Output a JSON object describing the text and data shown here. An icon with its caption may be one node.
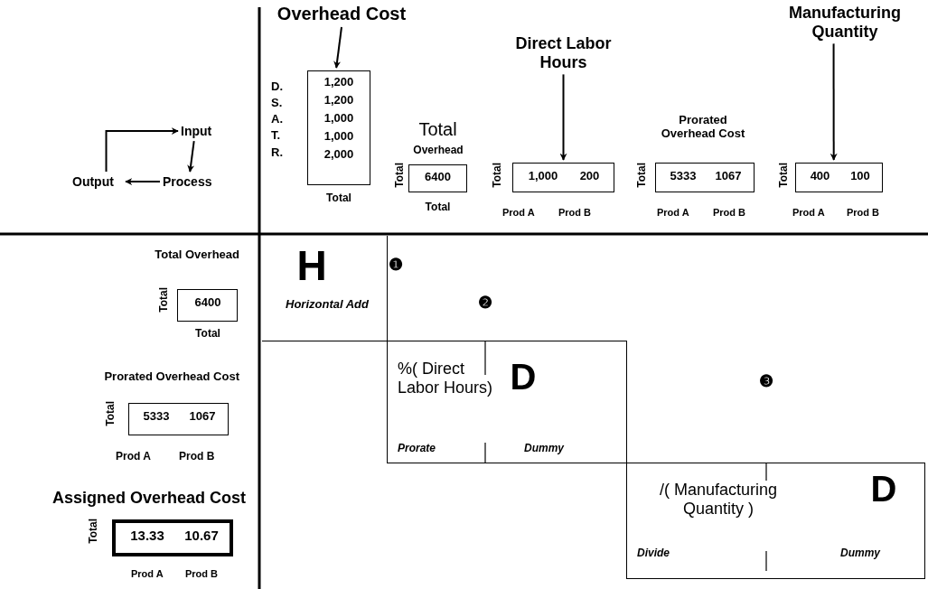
{
  "diagram": {
    "nodes": [
      {
        "text": [
          "Input"
        ]
      },
      {
        "text": [
          "Process"
        ]
      },
      {
        "text": [
          "Output"
        ]
      },
      {
        "text": [
          "Overhead Cost"
        ]
      },
      {
        "text": [
          "1,200",
          "1,200",
          "1,000",
          "1,000",
          "2,000"
        ],
        "beside": [
          "D.",
          "S.",
          "A.",
          "T.",
          "R.",
          "Total"
        ]
      },
      {
        "text": [
          "6400"
        ],
        "beside": [
          "Total",
          "Overhead",
          "Total",
          "Total"
        ]
      },
      {
        "text": [
          "Direct Labor Hours"
        ]
      },
      {
        "text": [
          "1,000",
          "200"
        ],
        "beside": [
          "Total",
          "Prod A",
          "Prod B"
        ]
      },
      {
        "text": [
          "5333",
          "1067"
        ],
        "beside": [
          "Prorated Overhead Cost",
          "Total",
          "Prod A",
          "Prod B"
        ]
      },
      {
        "text": [
          "Manufacturing Quantity"
        ]
      },
      {
        "text": [
          "400",
          "100"
        ],
        "beside": [
          "Total",
          "Prod A",
          "Prod B"
        ]
      },
      {
        "text": [
          "6400"
        ],
        "beside": [
          "Total Overhead",
          "Total",
          "Total"
        ]
      },
      {
        "text": [
          "5333",
          "1067"
        ],
        "beside": [
          "Prorated Overhead Cost",
          "Total",
          "Prod A",
          "Prod B"
        ]
      },
      {
        "text": [
          "13.33",
          "10.67"
        ],
        "beside": [
          "Assigned Overhead Cost",
          "Total",
          "Prod A",
          "Prod B"
        ]
      },
      {
        "text": [
          "H",
          "Horizontal Add"
        ]
      },
      {
        "text": [
          "%( Direct Labor Hours)",
          "D",
          "Prorate",
          "Dummy"
        ]
      },
      {
        "text": [
          "/( Manufacturing Quantity )",
          "D",
          "Divide",
          "Dummy"
        ]
      }
    ],
    "edges": [
      {
        "from": 2,
        "to": 0,
        "arrow": "to"
      },
      {
        "from": 0,
        "to": 1,
        "arrow": "to"
      },
      {
        "from": 1,
        "to": 2,
        "arrow": "to"
      },
      {
        "from": 3,
        "to": 4,
        "arrow": "to"
      },
      {
        "from": 6,
        "to": 7,
        "arrow": "to"
      },
      {
        "from": 9,
        "to": 10,
        "arrow": "to"
      }
    ],
    "labels": [
      "❶",
      "❷",
      "❸"
    ]
  }
}
